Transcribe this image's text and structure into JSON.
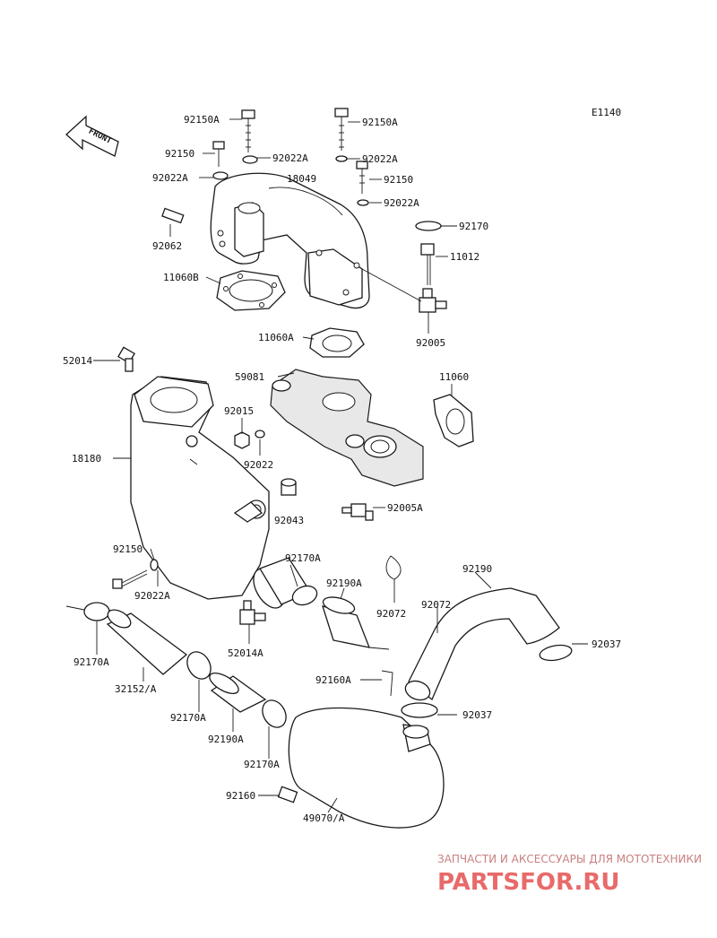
{
  "diagram_code": "E1140",
  "front_label": "FRONT",
  "callouts": {
    "c92150A_1": "92150A",
    "c92150A_2": "92150A",
    "c92150_1": "92150",
    "c92022A_1": "92022A",
    "c92022A_2": "92022A",
    "c92022A_3": "92022A",
    "c18049": "18049",
    "c92150_2": "92150",
    "c92022A_4": "92022A",
    "c92170": "92170",
    "c92062": "92062",
    "c11012": "11012",
    "c11060B": "11060B",
    "c92005": "92005",
    "c11060A": "11060A",
    "c52014": "52014",
    "c59081": "59081",
    "c11060": "11060",
    "c92015": "92015",
    "c18180": "18180",
    "c92022": "92022",
    "c92043": "92043",
    "c92005A": "92005A",
    "c92150_3": "92150",
    "c92170A_1": "92170A",
    "c92190": "92190",
    "c92022A_5": "92022A",
    "c92190A_1": "92190A",
    "c92072_1": "92072",
    "c92072_2": "92072",
    "c92037_1": "92037",
    "c52014A": "52014A",
    "c92170A_2": "92170A",
    "c32152A": "32152/A",
    "c92160A": "92160A",
    "c92037_2": "92037",
    "c92170A_3": "92170A",
    "c92190A_2": "92190A",
    "c92170A_4": "92170A",
    "c92160": "92160",
    "c49070A": "49070/A"
  },
  "watermark": {
    "tagline": "ЗАПЧАСТИ И АКСЕССУАРЫ ДЛЯ МОТОТЕХНИКИ",
    "brand": "PARTSFOR.RU"
  }
}
